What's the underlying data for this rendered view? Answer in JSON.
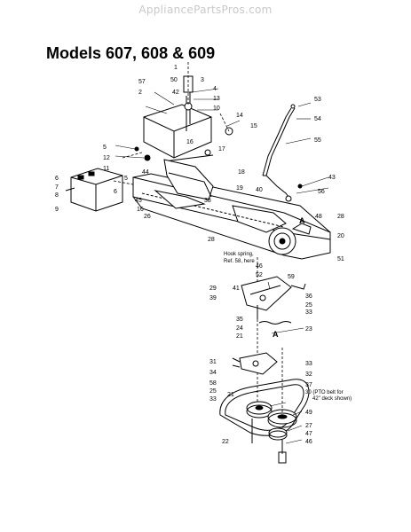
{
  "watermark": "AppliancePartsPros.com",
  "title": "Models 607, 608 & 609",
  "hook_note": [
    "Hook spring,",
    "Ref. 58, here"
  ],
  "pto_note": [
    "30 (PTO belt for",
    "42\" deck shown)"
  ],
  "markers": [
    "A",
    "A"
  ],
  "callouts": [
    "1",
    "3",
    "57",
    "50",
    "2",
    "42",
    "4",
    "13",
    "10",
    "14",
    "15",
    "16",
    "5",
    "12",
    "11",
    "44",
    "17",
    "5",
    "18",
    "6",
    "7",
    "8",
    "6",
    "9",
    "45",
    "38",
    "19",
    "40",
    "16",
    "26",
    "28",
    "53",
    "54",
    "55",
    "43",
    "56",
    "48",
    "28",
    "20",
    "51",
    "46",
    "52",
    "59",
    "29",
    "41",
    "36",
    "39",
    "25",
    "33",
    "35",
    "24",
    "21",
    "23",
    "31",
    "34",
    "33",
    "32",
    "58",
    "25",
    "21",
    "33",
    "37",
    "49",
    "27",
    "47",
    "22",
    "46"
  ]
}
